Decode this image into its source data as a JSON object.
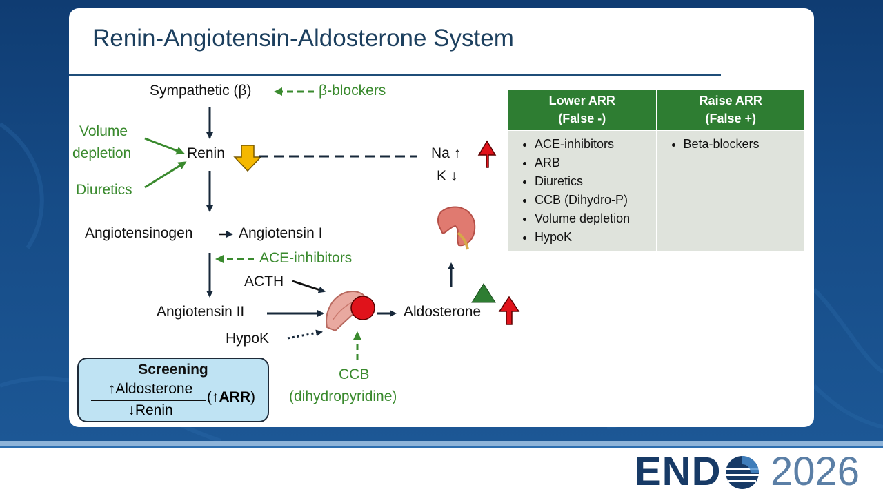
{
  "slide": {
    "title": "Renin-Angiotensin-Aldosterone System"
  },
  "diagram": {
    "sympathetic": "Sympathetic (β)",
    "beta_blockers": "β-blockers",
    "volume_depletion_line1": "Volume",
    "volume_depletion_line2": "depletion",
    "diuretics": "Diuretics",
    "renin": "Renin",
    "na": "Na ↑",
    "k": "K ↓",
    "angiotensinogen": "Angiotensinogen",
    "angiotensin_i": "Angiotensin I",
    "ace_inhibitors": "ACE-inhibitors",
    "acth": "ACTH",
    "angiotensin_ii": "Angiotensin II",
    "hypok": "HypoK",
    "aldosterone": "Aldosterone",
    "ccb_line1": "CCB",
    "ccb_line2": "(dihydropyridine)"
  },
  "arr_table": {
    "headers": [
      {
        "line1": "Lower ARR",
        "line2": "(False -)"
      },
      {
        "line1": "Raise ARR",
        "line2": "(False +)"
      }
    ],
    "lower_items": [
      "ACE-inhibitors",
      "ARB",
      "Diuretics",
      "CCB (Dihydro-P)",
      "Volume depletion",
      "HypoK"
    ],
    "raise_items": [
      "Beta-blockers"
    ]
  },
  "screening": {
    "title": "Screening",
    "numerator": "↑Aldosterone",
    "denominator": "↓Renin",
    "ratio_open": "(↑",
    "ratio_bold": "ARR",
    "ratio_close": ")"
  },
  "logo": {
    "brand": "END",
    "year": "2026"
  },
  "colors": {
    "title": "#1c3f5e",
    "green_text": "#3a8a2e",
    "table_header": "#2e7d32",
    "table_body": "#dfe3dc",
    "screening_box": "#bfe3f3",
    "up_arrow": "#e0131b",
    "down_arrow": "#f5b800",
    "triangle": "#2e7d32",
    "background": "#164b86"
  }
}
